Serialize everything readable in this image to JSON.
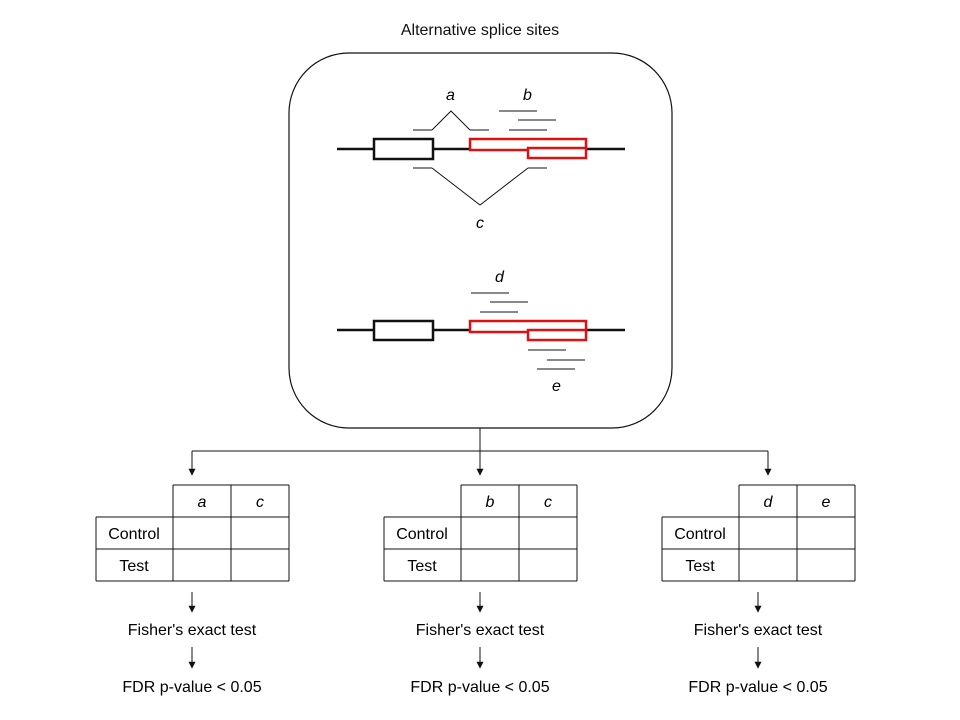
{
  "title": "Alternative splice sites",
  "reads": {
    "a": "a",
    "b": "b",
    "c": "c",
    "d": "d",
    "e": "e"
  },
  "tables": [
    {
      "columns": [
        "a",
        "c"
      ],
      "rows": [
        "Control",
        "Test"
      ],
      "test": "Fisher's exact test",
      "threshold": "FDR p-value < 0.05"
    },
    {
      "columns": [
        "b",
        "c"
      ],
      "rows": [
        "Control",
        "Test"
      ],
      "test": "Fisher's exact test",
      "threshold": "FDR p-value < 0.05"
    },
    {
      "columns": [
        "d",
        "e"
      ],
      "rows": [
        "Control",
        "Test"
      ],
      "test": "Fisher's exact test",
      "threshold": "FDR p-value < 0.05"
    }
  ],
  "colors": {
    "constitutive_exon": "#111111",
    "alternative_exon": "#dd1111",
    "line": "#111111"
  }
}
